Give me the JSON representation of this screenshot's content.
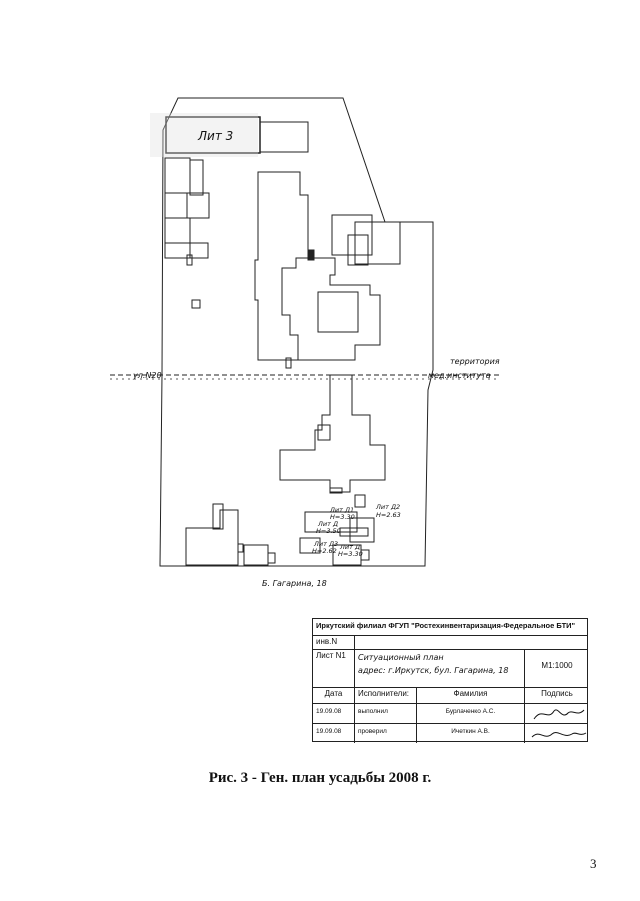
{
  "plan": {
    "lit3_label": "Лит 3",
    "street_left": "ул.N20",
    "territory_line1": "территория",
    "territory_line2": "мед.института",
    "boulevard": "Б. Гагарина, 18",
    "annotations": [
      {
        "text": "Лит Д1"
      },
      {
        "text": "Н=3.30"
      },
      {
        "text": "Лит Д2"
      },
      {
        "text": "Н=2.63"
      },
      {
        "text": "Лит Д"
      },
      {
        "text": "Н=3.50"
      },
      {
        "text": "Лит Д3"
      },
      {
        "text": "Н=2.62"
      },
      {
        "text": "Лит Д"
      },
      {
        "text": "Н=3.30"
      }
    ]
  },
  "stamp": {
    "org": "Иркутский филиал ФГУП \"Ростехинвентаризация-Федеральное БТИ\"",
    "inv": "инв.N",
    "sheet": "Лист N1",
    "title_line1": "Ситуационный план",
    "title_line2": "адрес: г.Иркутск, бул. Гагарина, 18",
    "scale": "М1:1000",
    "headers": {
      "date": "Дата",
      "executors": "Исполнители:",
      "surname": "Фамилия",
      "signature": "Подпись"
    },
    "rows": [
      {
        "date": "19.09.08",
        "role": "выполнил",
        "name": "Бурлаченко А.С."
      },
      {
        "date": "19.09.08",
        "role": "проверил",
        "name": "Ичеткин А.В."
      }
    ]
  },
  "caption": "Рис. 3 - Ген. план усадьбы 2008 г.",
  "page_number": "3"
}
